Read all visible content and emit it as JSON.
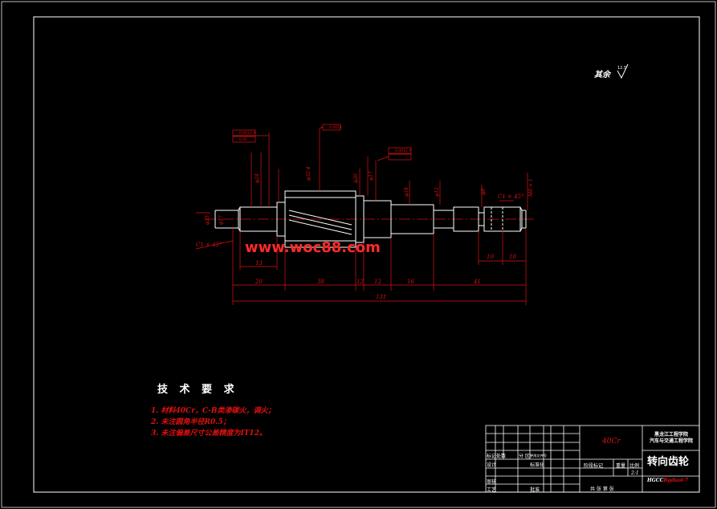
{
  "drawing": {
    "roughness_note": "其余",
    "roughness_symbol": "12.5",
    "watermark": "www.woc88.com",
    "technical_requirements": {
      "title": "技 术 要 求",
      "items": [
        "1. 材料40Cr，C-B类渗碳火，调火；",
        "2. 未注圆角半径R0.5；",
        "3. 未注偏差尺寸公差精度为IT12。"
      ]
    },
    "dimensions": {
      "overall_length": "131",
      "segments": [
        "20",
        "38",
        "12",
        "12",
        "16",
        "41"
      ],
      "right_steps": [
        "10",
        "10"
      ],
      "left_step": "13",
      "chamfer_left": "C1 × 45°",
      "chamfer_right": "C1 × 45°",
      "diameters": [
        "φ25",
        "φ17",
        "φ24",
        "φ32.4",
        "φ20",
        "φ17",
        "φ34",
        "φ12",
        "φ8",
        "M8 × 1"
      ],
      "tolerance_frames": [
        "0.0012 A",
        "0.01",
        "0.0024",
        "0.0012 A"
      ]
    },
    "title_block": {
      "material": "40Cr",
      "school": [
        "黑龙江工程学院",
        "汽车与交通工程学院"
      ],
      "part_name": "转向齿轮",
      "drawing_number_prefix": "HGCC",
      "drawing_number": "Bgduol-7",
      "scale": "2:1",
      "labels": {
        "mark": "标记",
        "count": "处数",
        "zone": "分 区",
        "change_doc": "更改文件号",
        "design": "设计",
        "standardize": "标准化",
        "stage_mark": "阶段标记",
        "weight": "重量",
        "scale_label": "比例",
        "review": "审核",
        "process": "工艺",
        "approve": "批准",
        "sheets": "共 张 第 张"
      }
    }
  }
}
